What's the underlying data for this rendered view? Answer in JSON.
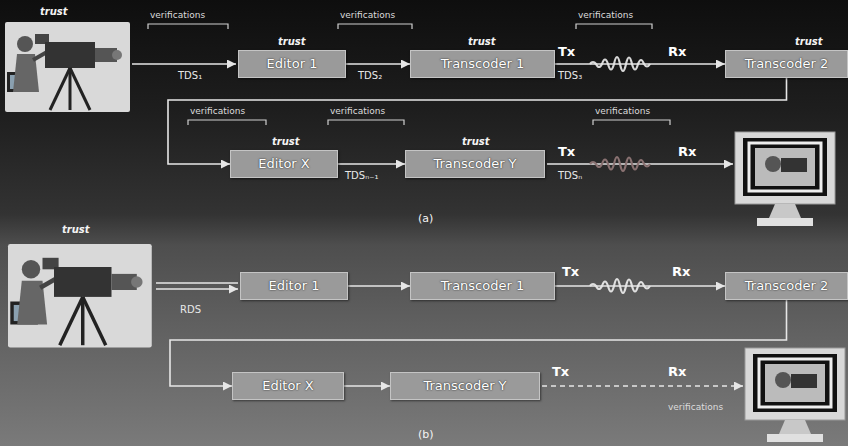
{
  "diagram": {
    "nodes": [
      {
        "text": [
          "Editor 1"
        ]
      },
      {
        "text": [
          "Transcoder 1"
        ]
      },
      {
        "text": [
          "Transcoder 2"
        ]
      },
      {
        "text": [
          "Editor X"
        ]
      },
      {
        "text": [
          "Transcoder Y"
        ]
      },
      {
        "text": [
          "Editor 1"
        ]
      },
      {
        "text": [
          "Transcoder 1"
        ]
      },
      {
        "text": [
          "Transcoder 2"
        ]
      },
      {
        "text": [
          "Editor X"
        ]
      },
      {
        "text": [
          "Transcoder Y"
        ]
      }
    ],
    "edges": [
      {
        "from": 0,
        "to": 1,
        "arrow": "to"
      },
      {
        "from": 1,
        "to": 2,
        "arrow": "to"
      },
      {
        "from": 2,
        "to": 3,
        "arrow": "to"
      },
      {
        "from": 3,
        "to": 4,
        "arrow": "to"
      },
      {
        "from": 5,
        "to": 6,
        "arrow": "to"
      },
      {
        "from": 6,
        "to": 7,
        "arrow": "to"
      },
      {
        "from": 7,
        "to": 8,
        "arrow": "to"
      },
      {
        "from": 8,
        "to": 9,
        "arrow": "to"
      }
    ],
    "labels": [
      "trust",
      "verifications",
      "trust",
      "verifications",
      "trust",
      "verifications",
      "trust",
      "TDS₁",
      "TDS₂",
      "Tx",
      "TDS₃",
      "Rx",
      "verifications",
      "verifications",
      "verifications",
      "trust",
      "trust",
      "TDSₙ₋₁",
      "Tx",
      "TDSₙ",
      "Rx",
      "(a)",
      "trust",
      "RDS",
      "Tx",
      "Rx",
      "Tx",
      "Rx",
      "verifications",
      "(b)"
    ]
  }
}
